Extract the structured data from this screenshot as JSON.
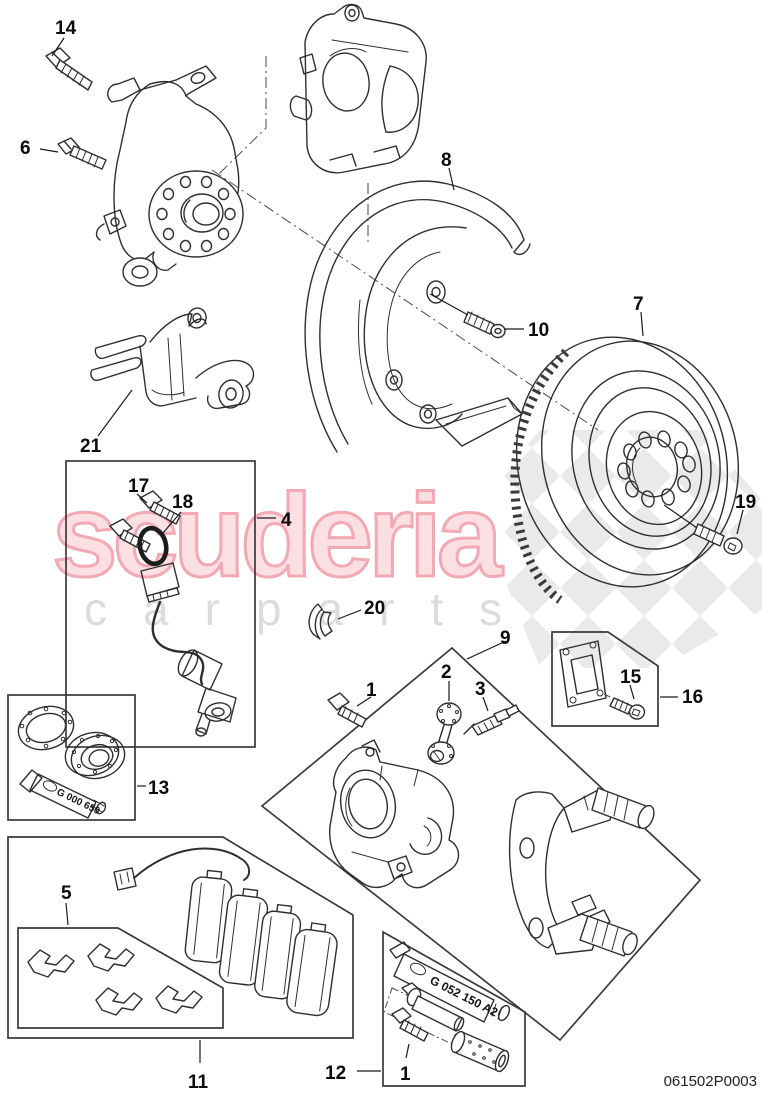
{
  "diagram": {
    "drawing_number": "061502P0003",
    "watermark": {
      "brand": "scuderia",
      "subtitle": "carparts"
    },
    "tube_labels": {
      "bearing_grease": "G 000 650",
      "guide_pin_grease": "G 052 150 A2"
    },
    "callouts": [
      "14",
      "6",
      "8",
      "10",
      "7",
      "19",
      "21",
      "4",
      "17",
      "18",
      "20",
      "13",
      "9",
      "1",
      "2",
      "3",
      "15",
      "16",
      "5",
      "11",
      "12",
      "1"
    ],
    "colors": {
      "line": "#2e2e2e",
      "watermark_pink": "#f2a9b3",
      "watermark_gray": "#dcdcdc",
      "checker": "#eaeaea",
      "background": "#ffffff"
    }
  }
}
